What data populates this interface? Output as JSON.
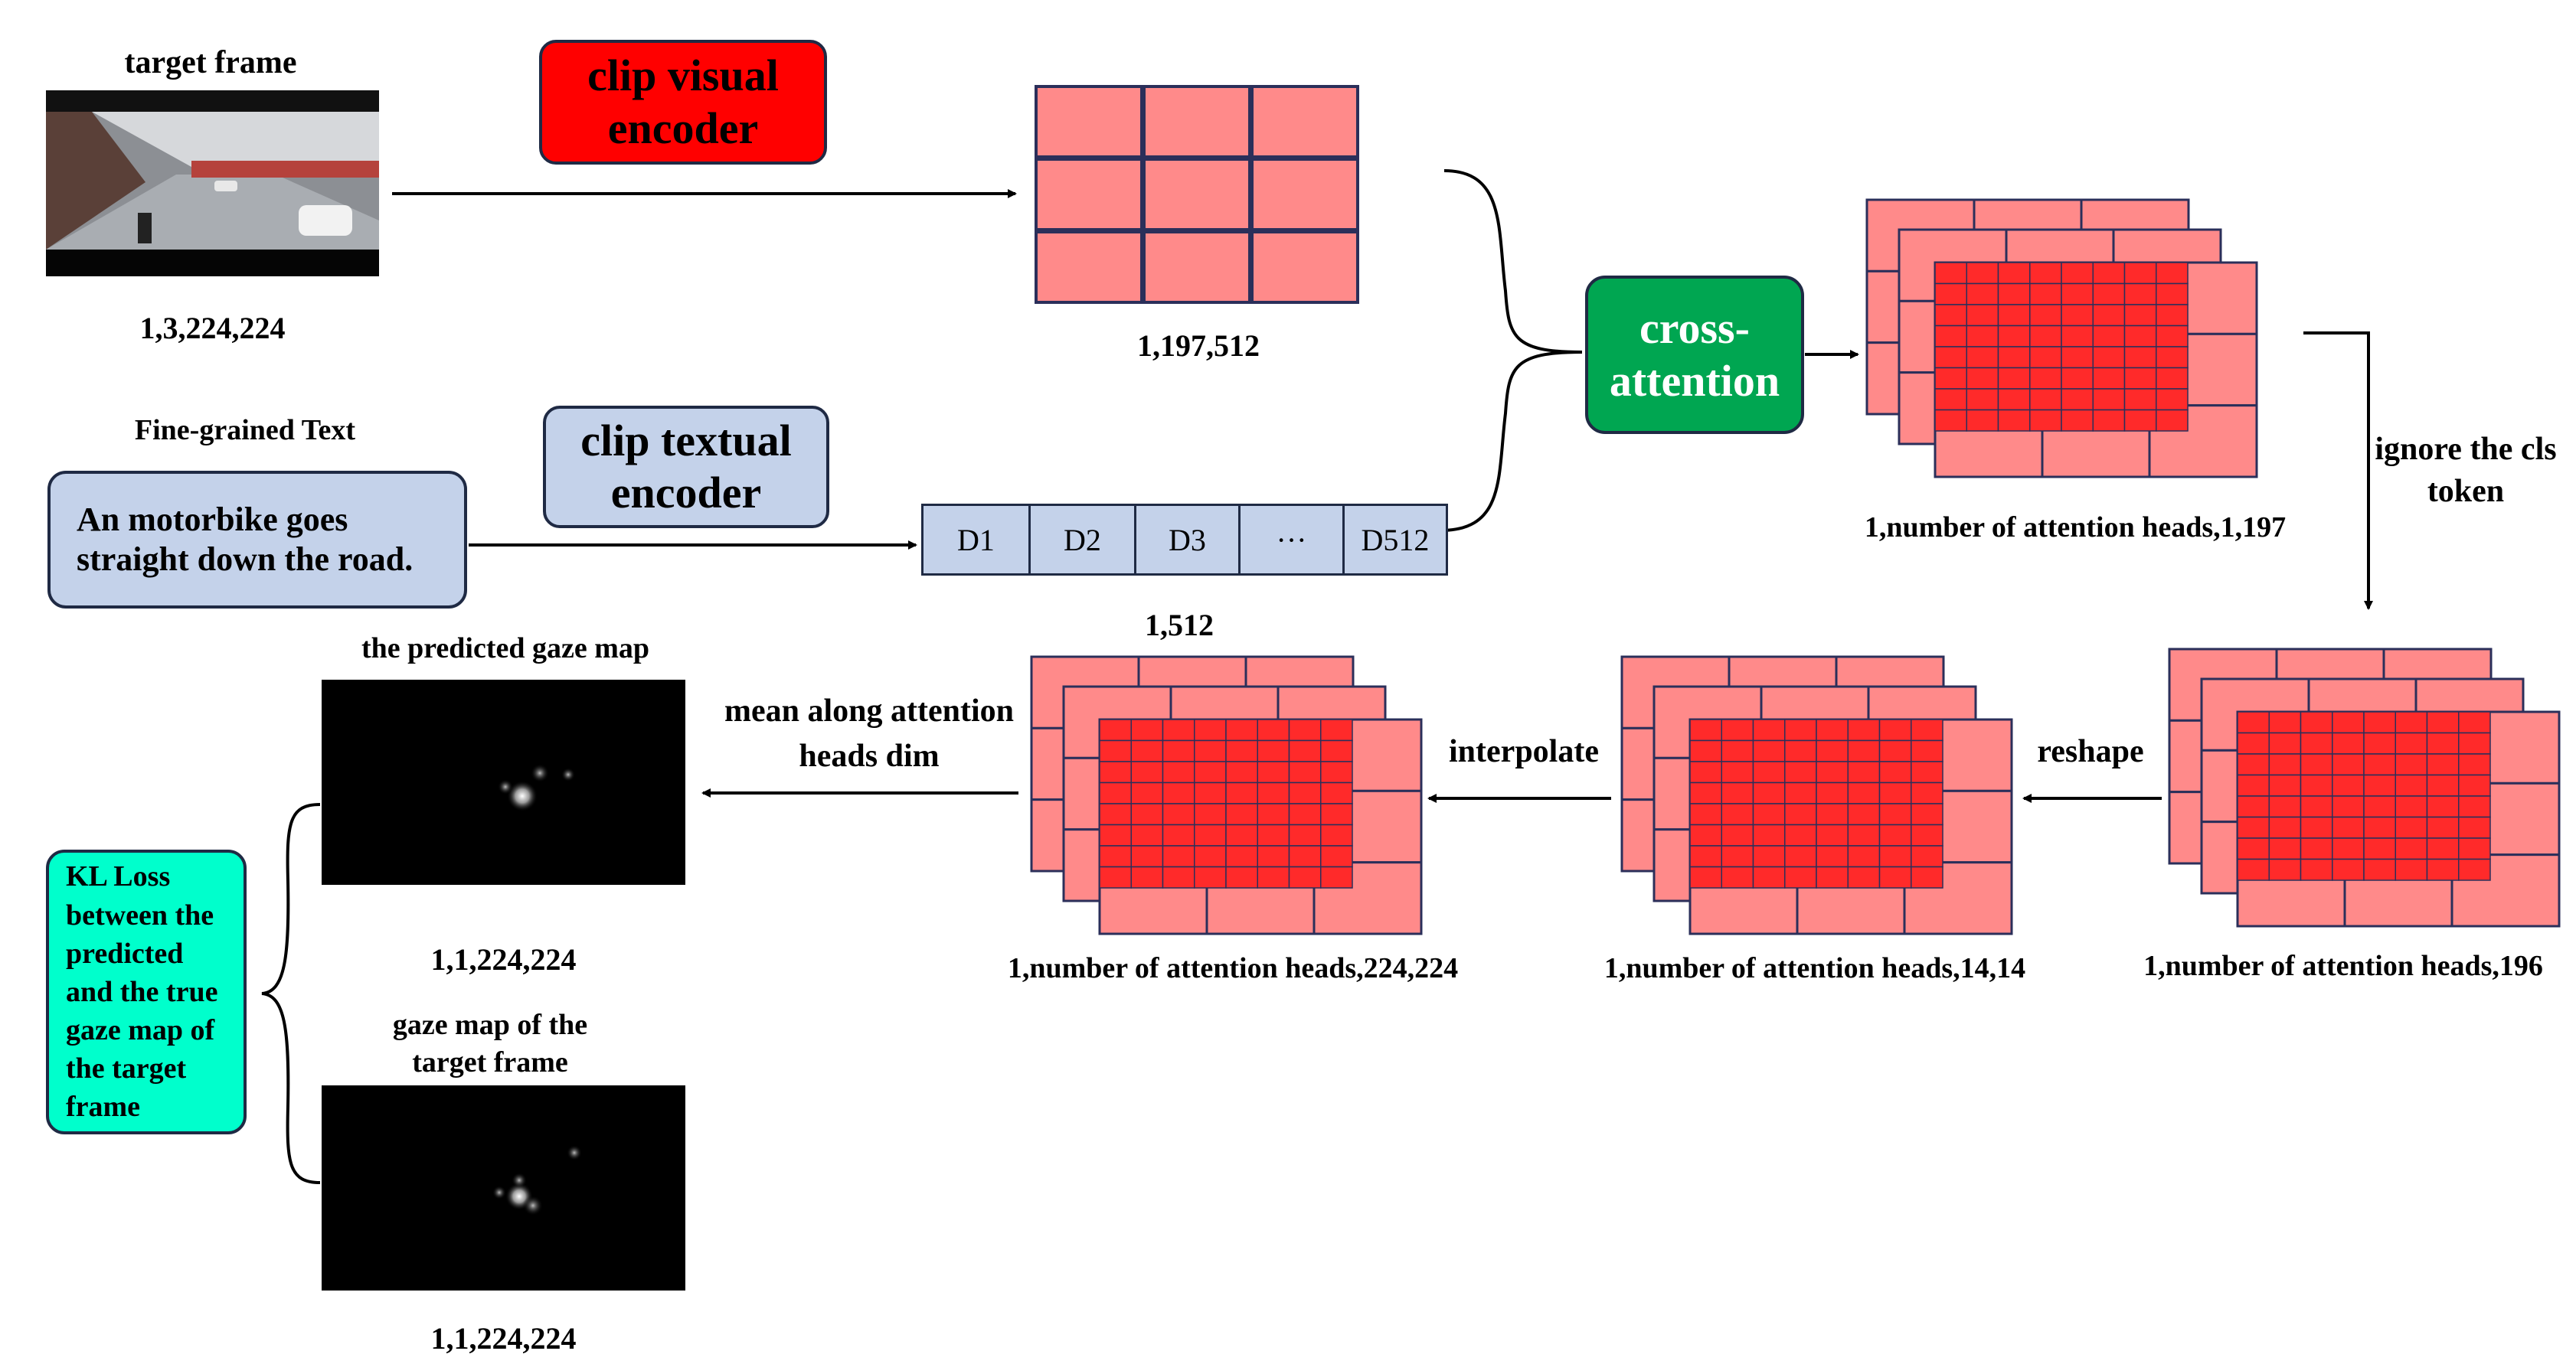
{
  "colors": {
    "visual_encoder": "#ff0000",
    "textual_encoder": "#c4d2ea",
    "cross_attention": "#00a651",
    "kl_loss": "#00ffcc",
    "feature_light": "#ff8a8a",
    "feature_dark": "#ff2a2a",
    "grid_line": "#2b2f5a"
  },
  "input": {
    "target_frame_label": "target frame",
    "target_frame_shape": "1,3,224,224",
    "text_title": "Fine-grained Text",
    "text_sentence": "An motorbike goes straight down the road."
  },
  "encoders": {
    "visual": "clip visual encoder",
    "textual": "clip textual encoder"
  },
  "features": {
    "visual_shape": "1,197,512",
    "text_cells": [
      "D1",
      "D2",
      "D3",
      "···",
      "D512"
    ],
    "text_shape": "1,512"
  },
  "cross_attention": {
    "label": "cross- attention",
    "output_shape": "1,number of attention heads,1,197"
  },
  "steps": {
    "ignore_cls": "ignore the cls token",
    "reshape": "reshape",
    "interpolate": "interpolate",
    "mean": "mean along attention heads dim"
  },
  "shapes": {
    "after_ignore": "1,number of attention heads,196",
    "after_reshape": "1,number of attention heads,14,14",
    "after_interpolate": "1,number of attention heads,224,224"
  },
  "gaze": {
    "predicted_label": "the predicted gaze map",
    "predicted_shape": "1,1,224,224",
    "true_label": "gaze map of the target frame",
    "true_shape": "1,1,224,224"
  },
  "loss": {
    "label": "KL Loss between the predicted and the true gaze map of the target frame"
  }
}
